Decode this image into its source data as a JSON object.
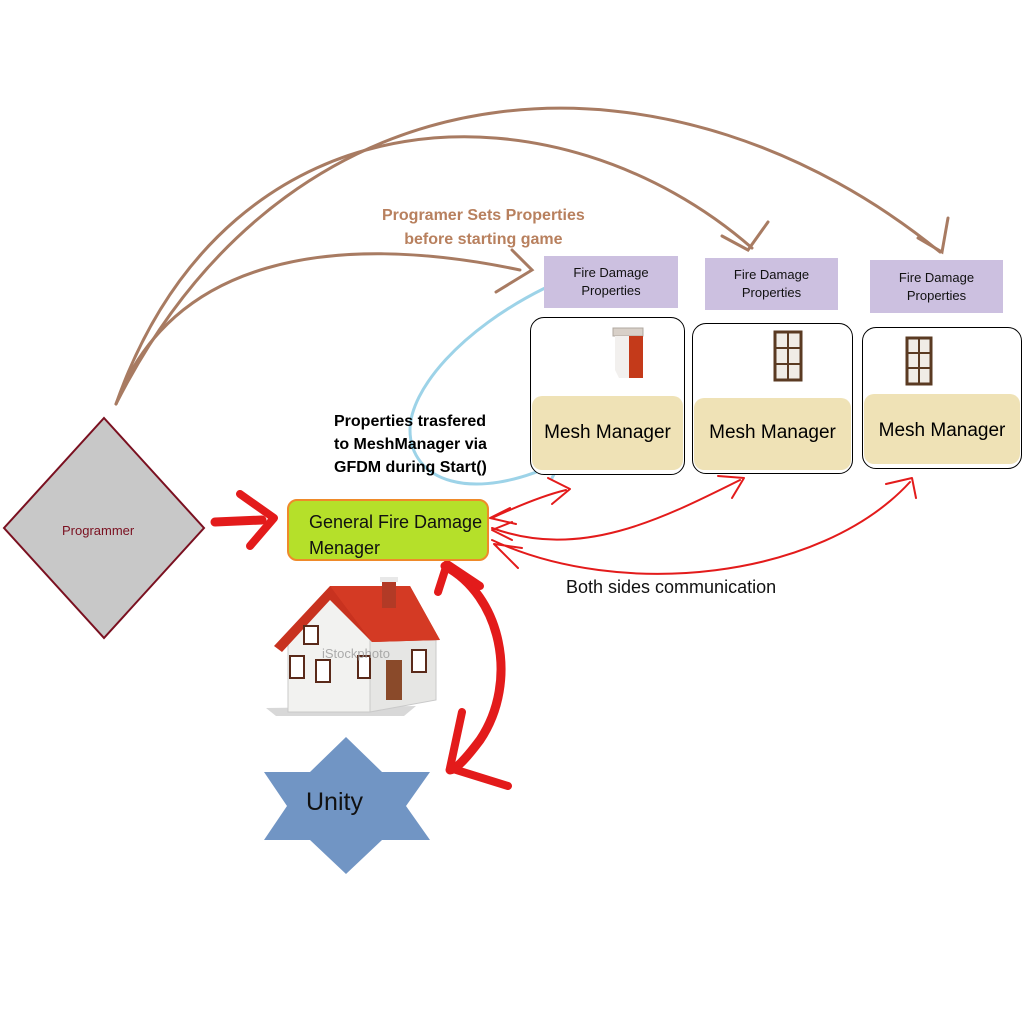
{
  "programmer": {
    "label": "Programmer"
  },
  "notes": {
    "sets_line1": "Programer Sets Properties",
    "sets_line2": "before starting game",
    "transfer_line1": "Properties trasfered",
    "transfer_line2": "to MeshManager via",
    "transfer_line3": "GFDM during Start()",
    "both_sides": "Both sides communication"
  },
  "fire_damage_properties": [
    {
      "line1": "Fire Damage",
      "line2": "Properties"
    },
    {
      "line1": "Fire Damage",
      "line2": "Properties"
    },
    {
      "line1": "Fire Damage",
      "line2": "Properties"
    }
  ],
  "mesh_managers": [
    {
      "label": "Mesh Manager",
      "icon": "chimney-icon"
    },
    {
      "label": "Mesh Manager",
      "icon": "window-icon"
    },
    {
      "label": "Mesh Manager",
      "icon": "window-icon"
    }
  ],
  "gfdm": {
    "line1": "General Fire Damage",
    "line2": "Menager"
  },
  "unity": {
    "label": "Unity"
  },
  "house_watermark": "iStockphoto",
  "colors": {
    "programmer_fill": "#c8c8c8",
    "programmer_border": "#7a1020",
    "properties_fill": "#ccc0e0",
    "mesh_band": "#efe2b6",
    "gfdm_fill": "#b5e02a",
    "gfdm_border": "#ef8a2a",
    "unity_fill": "#7195c4",
    "arrow_brown": "#a87b62",
    "arrow_red": "#e31b1b",
    "arrow_blue": "#9dd3e8"
  }
}
